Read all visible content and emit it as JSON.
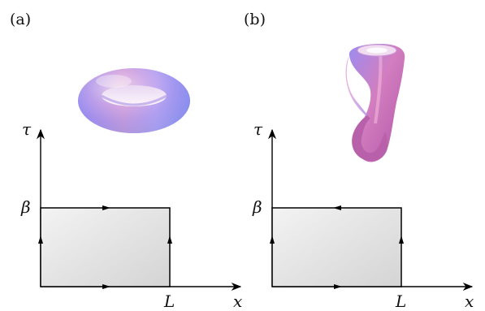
{
  "panels": [
    {
      "tag": "(a)",
      "surface": "torus",
      "labels": {
        "t_axis": "τ",
        "x_axis": "x",
        "beta": "β",
        "length": "L"
      },
      "edge_directions": {
        "top": "right",
        "bottom": "right",
        "left": "up",
        "right": "up"
      }
    },
    {
      "tag": "(b)",
      "surface": "klein-bottle",
      "labels": {
        "t_axis": "τ",
        "x_axis": "x",
        "beta": "β",
        "length": "L"
      },
      "edge_directions": {
        "top": "left",
        "bottom": "right",
        "left": "up",
        "right": "up"
      }
    }
  ],
  "colors": {
    "cell_fill_light": "#f2f2f2",
    "cell_fill_dark": "#d6d6d6",
    "line": "#000000",
    "surface_blue": "#8f8df0",
    "surface_pink": "#e9a4c4",
    "surface_magenta": "#c65fb0"
  }
}
